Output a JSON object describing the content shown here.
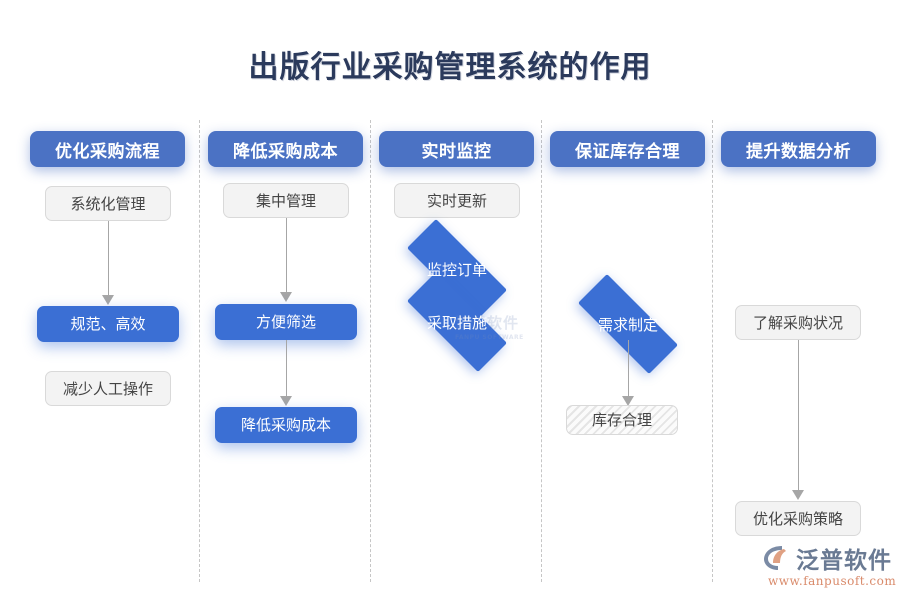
{
  "page": {
    "title": "出版行业采购管理系统的作用",
    "title_color": "#2b3a5c",
    "background": "#ffffff"
  },
  "theme": {
    "header_blue": "#4b72c4",
    "node_blue": "#3b6fd4",
    "node_gray_fill": "#f3f3f3",
    "node_gray_border": "#d9d9d9",
    "arrow_gray": "#a6a6a6",
    "separator_gray": "#c6c6c6"
  },
  "columns": [
    {
      "header": "优化采购流程",
      "nodes": [
        {
          "label": "系统化管理",
          "style": "gray"
        },
        {
          "label": "规范、高效",
          "style": "blue"
        },
        {
          "label": "减少人工操作",
          "style": "gray"
        }
      ]
    },
    {
      "header": "降低采购成本",
      "nodes": [
        {
          "label": "集中管理",
          "style": "gray"
        },
        {
          "label": "方便筛选",
          "style": "blue"
        },
        {
          "label": "降低采购成本",
          "style": "blue"
        }
      ]
    },
    {
      "header": "实时监控",
      "nodes": [
        {
          "label": "实时更新",
          "style": "gray"
        },
        {
          "label": "监控订单",
          "style": "diamond"
        },
        {
          "label": "采取措施",
          "style": "diamond"
        }
      ]
    },
    {
      "header": "保证库存合理",
      "nodes": [
        {
          "label": "需求制定",
          "style": "diamond"
        },
        {
          "label": "库存合理",
          "style": "hatched"
        }
      ]
    },
    {
      "header": "提升数据分析",
      "nodes": [
        {
          "label": "了解采购状况",
          "style": "gray"
        },
        {
          "label": "优化采购策略",
          "style": "gray"
        }
      ]
    }
  ],
  "watermark": {
    "text": "泛普软件",
    "sub": "FANPU SOFTWARE"
  },
  "logo": {
    "name": "泛普软件",
    "url": "www.fanpusoft.com",
    "mark_outer_color": "#7b8ba5",
    "mark_inner_color": "#e0a183"
  }
}
